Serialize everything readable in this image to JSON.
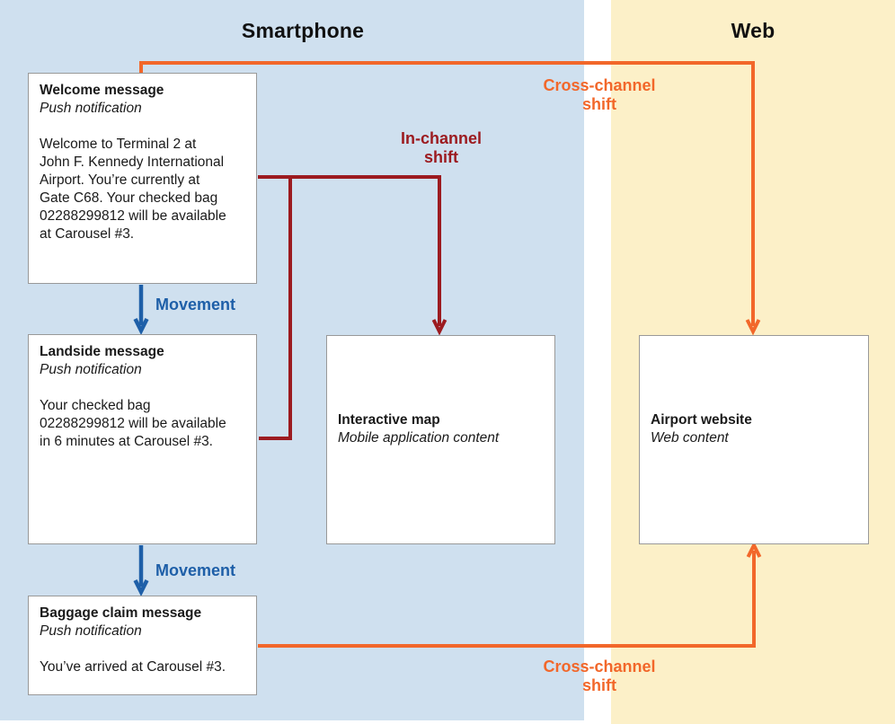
{
  "regions": {
    "smartphone": {
      "label": "Smartphone"
    },
    "web": {
      "label": "Web"
    }
  },
  "boxes": {
    "welcome": {
      "title": "Welcome message",
      "subtitle": "Push notification",
      "body": "Welcome to Terminal 2 at\nJohn F. Kennedy International\nAirport. You’re currently at\nGate C68. Your checked bag\n02288299812 will be available\nat Carousel #3."
    },
    "landside": {
      "title": "Landside message",
      "subtitle": "Push notification",
      "body": "Your checked bag\n02288299812 will be available\nin 6 minutes at Carousel #3."
    },
    "baggage": {
      "title": "Baggage claim message",
      "subtitle": "Push notification",
      "body": "You’ve arrived at Carousel #3."
    },
    "map": {
      "title": "Interactive map",
      "subtitle": "Mobile application content"
    },
    "website": {
      "title": "Airport website",
      "subtitle": "Web content"
    }
  },
  "labels": {
    "movement_top": "Movement",
    "movement_bottom": "Movement",
    "in_channel_shift": "In-channel shift",
    "cross_channel_shift_top": "Cross-channel shift",
    "cross_channel_shift_bottom": "Cross-channel shift"
  },
  "colors": {
    "smartphone_bg": "#cfe0ef",
    "web_bg": "#fcf0c8",
    "movement_blue": "#1e5fa8",
    "in_channel_red": "#9c1b20",
    "cross_channel_orange": "#f2672a",
    "box_border": "#999999"
  }
}
